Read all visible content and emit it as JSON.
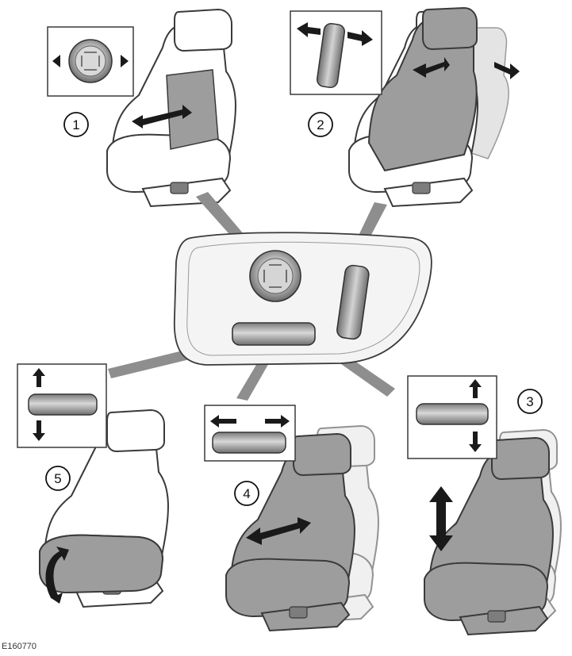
{
  "figure_id": "E160770",
  "callouts": [
    {
      "id": "1",
      "label": "1"
    },
    {
      "id": "2",
      "label": "2"
    },
    {
      "id": "3",
      "label": "3"
    },
    {
      "id": "4",
      "label": "4"
    },
    {
      "id": "5",
      "label": "5"
    }
  ],
  "colors": {
    "outline": "#3a3a3a",
    "seat_fill": "#ffffff",
    "highlight_fill": "#9d9d9d",
    "ghost_fill": "#e4e4e4",
    "panel_fill": "#f4f4f4",
    "pointer_fill": "#8e8e8e",
    "arrow_fill": "#1a1a1a"
  },
  "icons": {
    "lumbar_knob": "circular-knob-with-4-way-arrows-icon",
    "backrest_switch": "tilting-vertical-switch-icon",
    "cushion_switch": "horizontal-rocker-switch-icon"
  }
}
